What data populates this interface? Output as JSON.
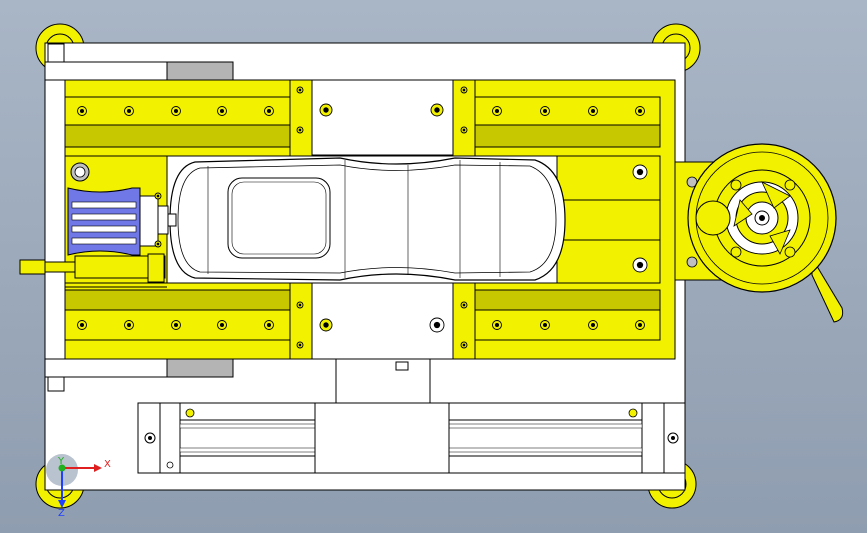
{
  "viewport": {
    "background_top": "#a9b6c6",
    "background_bottom": "#8f9db0"
  },
  "colors": {
    "yellow": "#f2f200",
    "yellow_dark": "#c8c800",
    "white": "#ffffff",
    "line": "#000000",
    "blue_part": "#6f78e6",
    "gray_bar": "#b4b4b4",
    "axis_x": "#e02020",
    "axis_y": "#20b020",
    "axis_z": "#2040ff"
  },
  "triad": {
    "x_label": "X",
    "y_label": "Y",
    "z_label": "Z"
  }
}
